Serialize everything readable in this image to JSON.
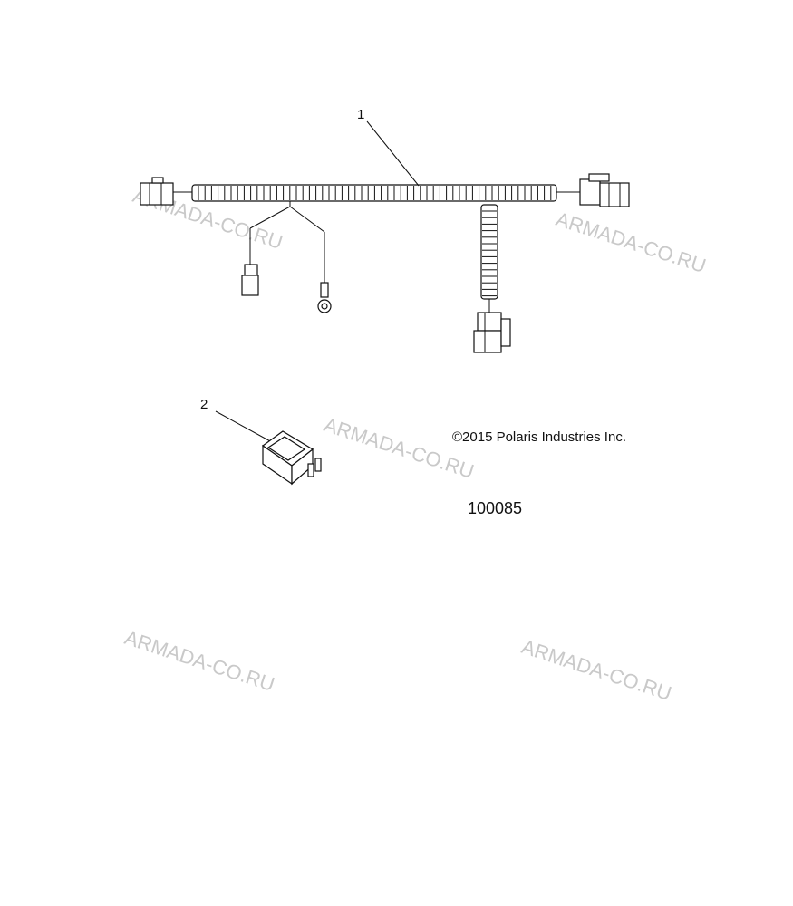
{
  "callouts": {
    "harness": "1",
    "switch": "2"
  },
  "copyright": "©2015 Polaris Industries Inc.",
  "figure_number": "100085",
  "watermark": "ARMADA-CO.RU"
}
